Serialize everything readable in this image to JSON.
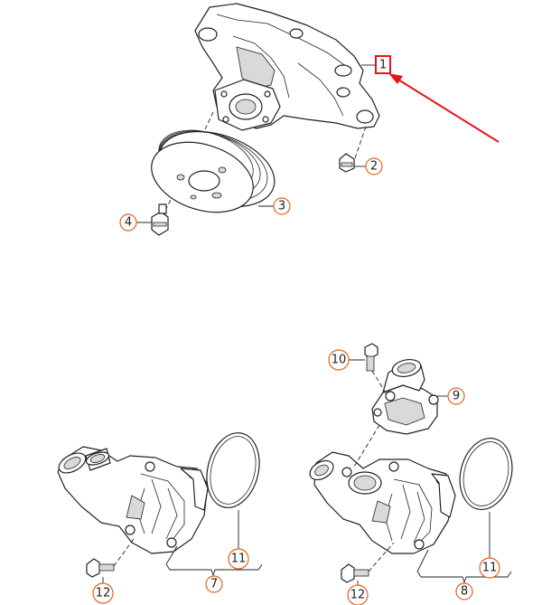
{
  "callouts": {
    "c1": "1",
    "c2": "2",
    "c3": "3",
    "c4": "4",
    "c7": "7",
    "c8": "8",
    "c9": "9",
    "c10": "10",
    "c11a": "11",
    "c11b": "11",
    "c12a": "12",
    "c12b": "12"
  },
  "colors": {
    "highlight": "#e8141b",
    "callout_ring": "#e0641e",
    "line": "#222222"
  }
}
